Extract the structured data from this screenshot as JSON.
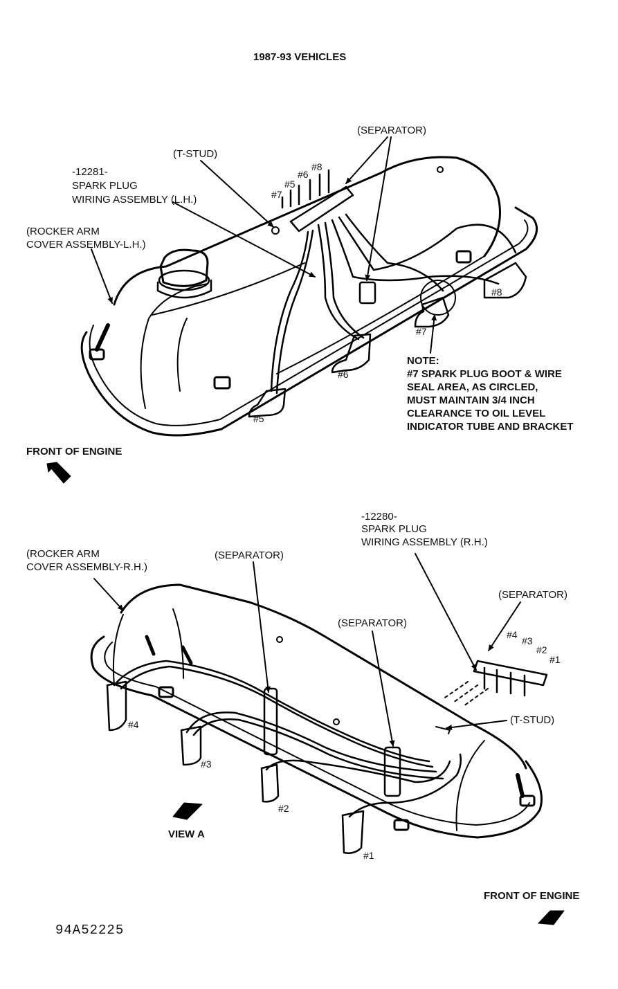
{
  "title": "1987-93 VEHICLES",
  "top_view": {
    "separator_label": "(SEPARATOR)",
    "tstud_label": "(T-STUD)",
    "wiring_assembly": {
      "part": "-12281-",
      "line1": "SPARK PLUG",
      "line2": "WIRING ASSEMBLY (L.H.)"
    },
    "cover_assembly": {
      "line1": "(ROCKER ARM",
      "line2": "COVER ASSEMBLY-L.H.)"
    },
    "separator_numbers": [
      "#7",
      "#5",
      "#6",
      "#8"
    ],
    "boot_tags": [
      "#5",
      "#6",
      "#7",
      "#8"
    ],
    "note": [
      "NOTE:",
      "#7 SPARK PLUG BOOT & WIRE",
      "SEAL AREA, AS CIRCLED,",
      "MUST MAINTAIN 3/4 INCH",
      "CLEARANCE TO OIL LEVEL",
      "INDICATOR TUBE AND BRACKET"
    ],
    "front_label": "FRONT OF ENGINE"
  },
  "bottom_view": {
    "wiring_assembly": {
      "part": "-12280-",
      "line1": "SPARK PLUG",
      "line2": "WIRING ASSEMBLY (R.H.)"
    },
    "cover_assembly": {
      "line1": "(ROCKER ARM",
      "line2": "COVER ASSEMBLY-R.H.)"
    },
    "separator_left": "(SEPARATOR)",
    "separator_middle": "(SEPARATOR)",
    "separator_right": "(SEPARATOR)",
    "separator_numbers": [
      "#4",
      "#3",
      "#2",
      "#1"
    ],
    "tstud_label": "(T-STUD)",
    "boot_tags": [
      "#4",
      "#3",
      "#2",
      "#1"
    ],
    "view_label": "VIEW A",
    "front_label": "FRONT OF ENGINE"
  },
  "figure_id": "94A52225"
}
